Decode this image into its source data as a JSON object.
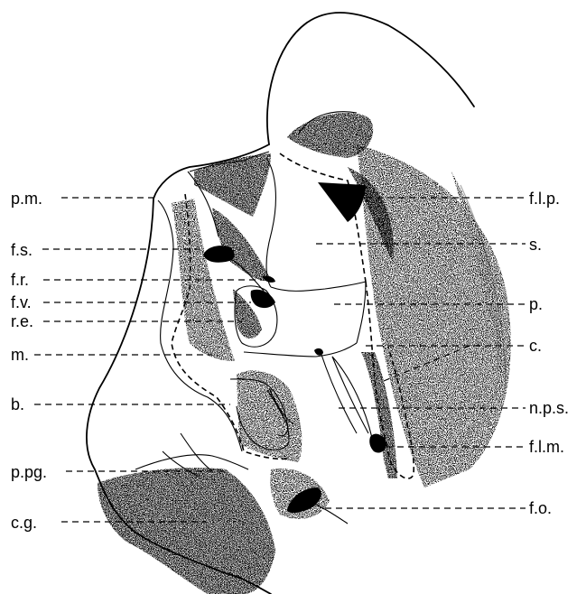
{
  "labels_left": [
    {
      "id": "pm",
      "text": "p.m."
    },
    {
      "id": "fs",
      "text": "f.s."
    },
    {
      "id": "fr",
      "text": "f.r."
    },
    {
      "id": "fv",
      "text": "f.v."
    },
    {
      "id": "re",
      "text": "r.e."
    },
    {
      "id": "m",
      "text": "m."
    },
    {
      "id": "b",
      "text": "b."
    },
    {
      "id": "ppg",
      "text": "p.pg."
    },
    {
      "id": "cg",
      "text": "c.g."
    }
  ],
  "labels_right": [
    {
      "id": "flp",
      "text": "f.l.p."
    },
    {
      "id": "s",
      "text": "s."
    },
    {
      "id": "p",
      "text": "p."
    },
    {
      "id": "c",
      "text": "c."
    },
    {
      "id": "nps",
      "text": "n.p.s."
    },
    {
      "id": "flm",
      "text": "f.l.m."
    },
    {
      "id": "fo",
      "text": "f.o."
    }
  ]
}
